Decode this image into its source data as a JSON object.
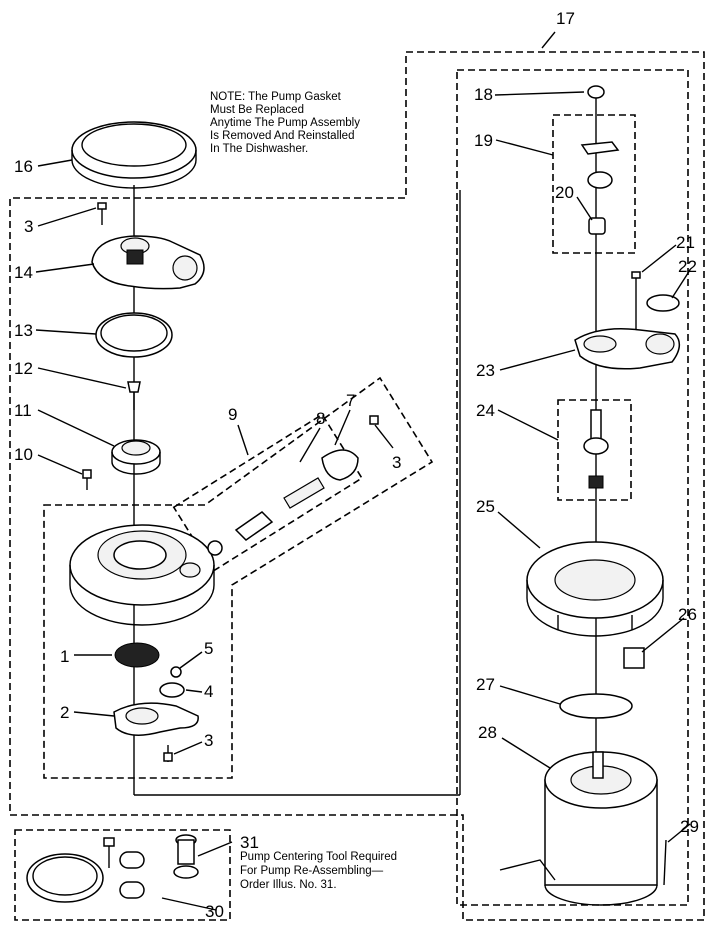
{
  "note": {
    "lines": [
      "NOTE: The Pump Gasket",
      "Must Be Replaced",
      "Anytime The Pump Assembly",
      "Is Removed And Reinstalled",
      "In The Dishwasher."
    ]
  },
  "tool_note": {
    "lines": [
      "Pump Centering Tool Required",
      "For Pump Re-Assembling—",
      "Order Illus. No. 31."
    ]
  },
  "callouts": {
    "c1": "1",
    "c2": "2",
    "c3a": "3",
    "c3b": "3",
    "c3c": "3",
    "c4": "4",
    "c5": "5",
    "c7": "7",
    "c8": "8",
    "c9": "9",
    "c10": "10",
    "c11": "11",
    "c12": "12",
    "c13": "13",
    "c14": "14",
    "c16": "16",
    "c17": "17",
    "c18": "18",
    "c19": "19",
    "c20": "20",
    "c21": "21",
    "c22": "22",
    "c23": "23",
    "c24": "24",
    "c25": "25",
    "c26": "26",
    "c27": "27",
    "c28": "28",
    "c29": "29",
    "c30": "30",
    "c31": "31"
  }
}
